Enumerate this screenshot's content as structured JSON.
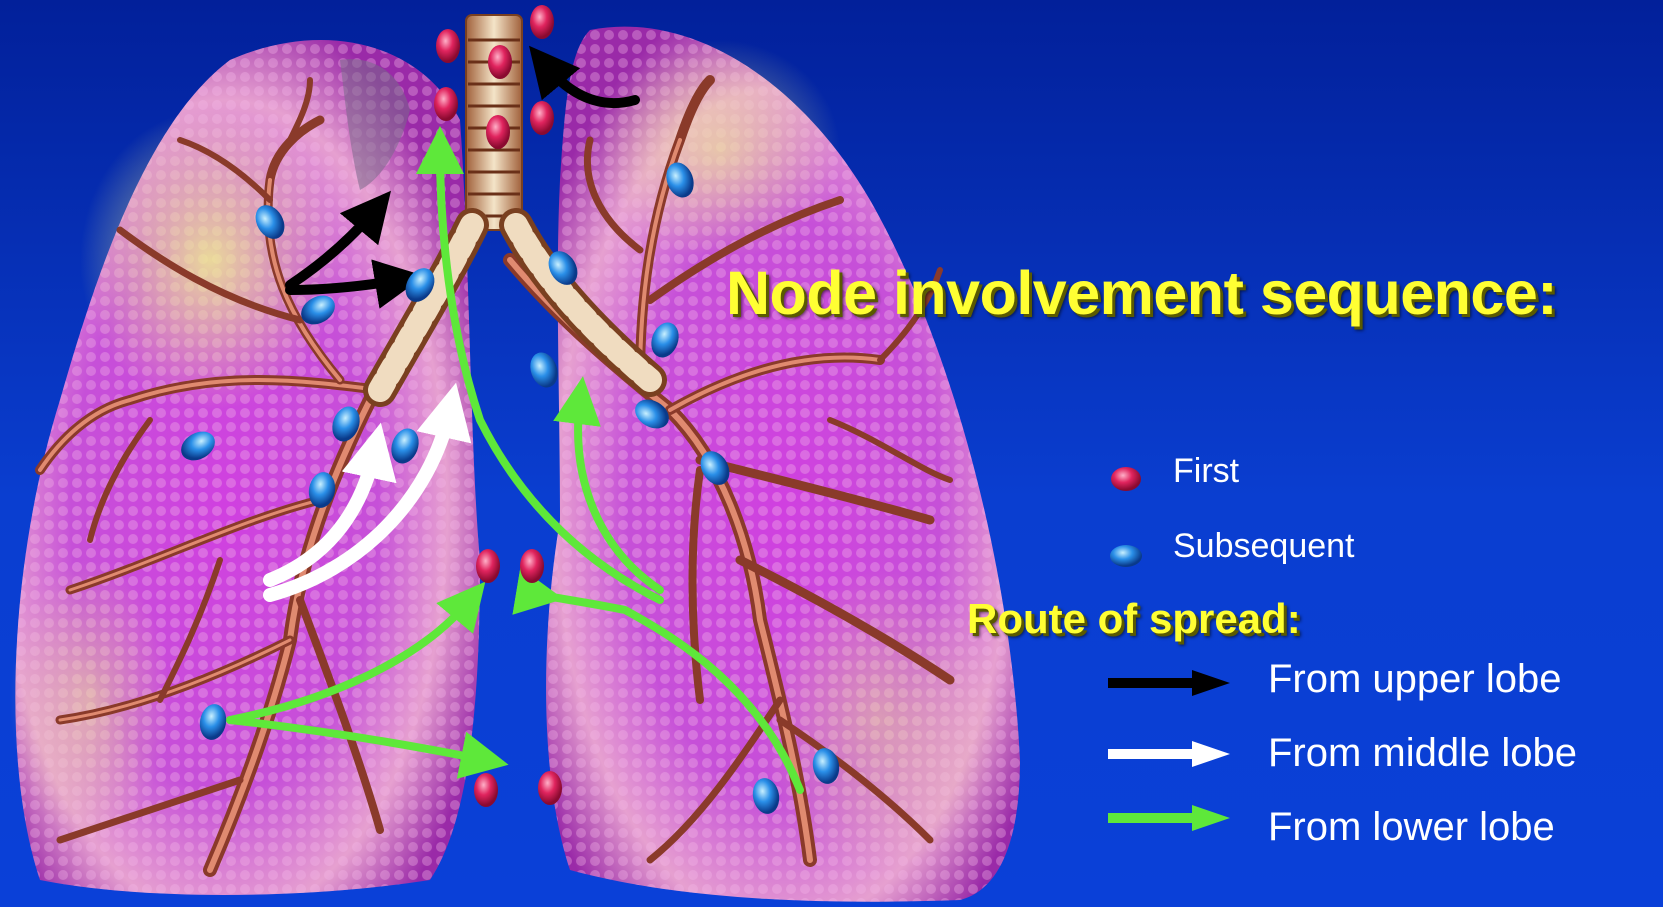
{
  "title": "Node involvement sequence:",
  "node_legend": {
    "first_label": "First",
    "first_color": "#e0245e",
    "subsequent_label": "Subsequent",
    "subsequent_color": "#2a8fe8"
  },
  "route_legend": {
    "heading": "Route of spread:",
    "items": [
      {
        "label": "From upper lobe",
        "color": "#000000"
      },
      {
        "label": "From middle lobe",
        "color": "#ffffff"
      },
      {
        "label": "From lower lobe",
        "color": "#5ee83a"
      }
    ]
  }
}
